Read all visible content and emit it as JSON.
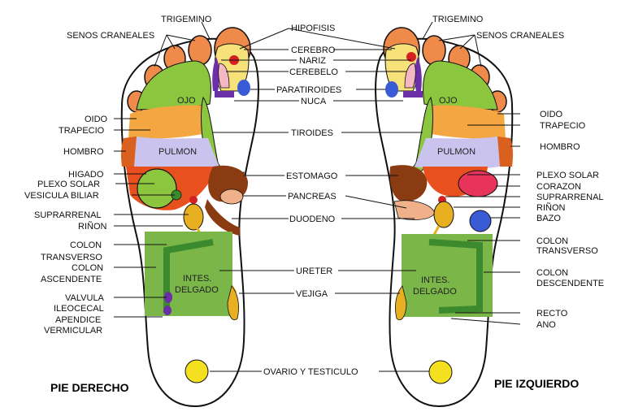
{
  "right_foot_title": "PIE DERECHO",
  "left_foot_title": "PIE IZQUIERDO",
  "center_labels": {
    "hipofisis": "HIPOFISIS",
    "cerebro": "CEREBRO",
    "nariz": "NARIZ",
    "cerebelo": "CEREBELO",
    "paratiroides": "PARATIROIDES",
    "nuca": "NUCA",
    "tiroides": "TIROIDES",
    "estomago": "ESTOMAGO",
    "pancreas": "PANCREAS",
    "duodeno": "DUODENO",
    "ureter": "URETER",
    "vejiga": "VEJIGA",
    "ovario": "OVARIO Y TESTICULO"
  },
  "right_labels": {
    "trigemino": "TRIGEMINO",
    "senos": "SENOS CRANEALES",
    "oido": "OIDO",
    "trapecio": "TRAPECIO",
    "hombro": "HOMBRO",
    "higado": "HIGADO",
    "plexo": "PLEXO SOLAR",
    "vesicula": "VESICULA BILIAR",
    "suprarrenal": "SUPRARRENAL",
    "rinon": "RIÑON",
    "colon_t1": "COLON",
    "colon_t2": "TRANSVERSO",
    "colon_a1": "COLON",
    "colon_a2": "ASCENDENTE",
    "valvula1": "VALVULA",
    "valvula2": "ILEOCECAL",
    "apendice1": "APENDICE",
    "apendice2": "VERMICULAR"
  },
  "left_labels": {
    "trigemino": "TRIGEMINO",
    "senos": "SENOS CRANEALES",
    "oido": "OIDO",
    "trapecio": "TRAPECIO",
    "hombro": "HOMBRO",
    "plexo": "PLEXO SOLAR",
    "corazon": "CORAZON",
    "suprarrenal": "SUPRARRENAL",
    "rinon": "RIÑON",
    "bazo": "BAZO",
    "colon_t1": "COLON",
    "colon_t2": "TRANSVERSO",
    "colon_d1": "COLON",
    "colon_d2": "DESCENDENTE",
    "recto": "RECTO",
    "ano": "ANO"
  },
  "organ_text": {
    "ojo": "OJO",
    "pulmon": "PULMON",
    "intes1": "INTES.",
    "intes2": "DELGADO"
  },
  "colors": {
    "toe_orange": "#f08a4b",
    "toe_green": "#8cc63f",
    "yellow": "#f5e020",
    "light_yellow": "#f7e27a",
    "orange": "#f4a640",
    "dark_orange": "#d9601f",
    "lavender": "#c9c3ee",
    "brown": "#8a3b12",
    "red_orange": "#e8501e",
    "intestine_green": "#7ab648",
    "dark_green": "#3c8a2e",
    "heart_red": "#e8335a",
    "spleen_blue": "#3a5bd6",
    "purple": "#6b2fa8",
    "pink": "#f4b8c4",
    "gold": "#e8b020"
  }
}
